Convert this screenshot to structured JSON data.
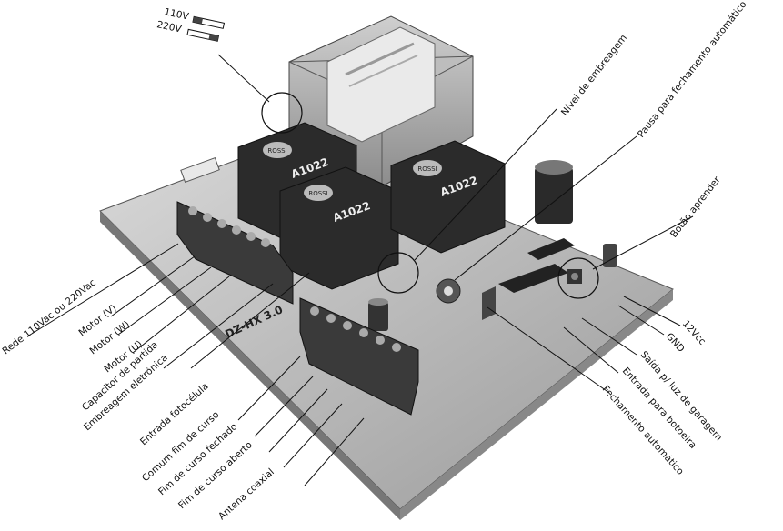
{
  "voltage_selector": {
    "v110": "110V",
    "v220": "220V"
  },
  "relays": [
    "A1022",
    "A1022",
    "A1022"
  ],
  "relay_logo": "ROSSI",
  "board_model": "DZ-HX 3.0",
  "callouts_left": [
    "Rede 110Vac ou 220Vac",
    "Motor (V)",
    "Motor (W)",
    "Motor (U)",
    "Capacitor de partida",
    "Embreagem eletrônica",
    "Entrada fotocélula",
    "Comum fim de curso",
    "Fim de curso fechado",
    "Fim de curso aberto",
    "Antena coaxial"
  ],
  "callouts_top": [
    "Nível de embreagem",
    "Pausa para fechamento automático",
    "Botão aprender"
  ],
  "callouts_right": [
    "12Vcc",
    "GND",
    "Saída p/ luz de garagem",
    "Entrada para botoeira",
    "Fechamento automático"
  ]
}
